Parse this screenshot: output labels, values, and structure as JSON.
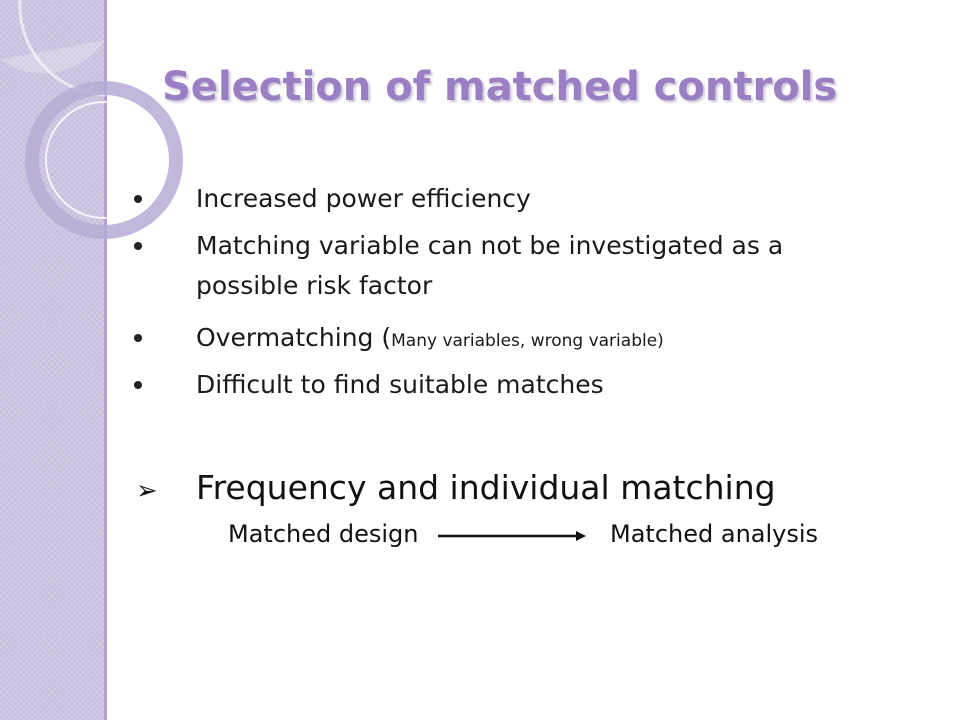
{
  "slide": {
    "title": "Selection of matched controls",
    "bullets": [
      {
        "text": "Increased power efficiency"
      },
      {
        "line1": "Matching variable can not be investigated as a",
        "line2": "possible risk factor"
      },
      {
        "text": "Overmatching (",
        "small": "Many variables, wrong variable)"
      },
      {
        "text": "Difficult to find suitable matches"
      }
    ],
    "highlight": {
      "marker": "➢",
      "part1": "Frequency",
      "part2": " and individual matching"
    },
    "flow": {
      "left": "Matched design",
      "right": "Matched analysis"
    }
  },
  "colors": {
    "title": "#9a7fc4",
    "sidebar": "#c9bedd"
  }
}
